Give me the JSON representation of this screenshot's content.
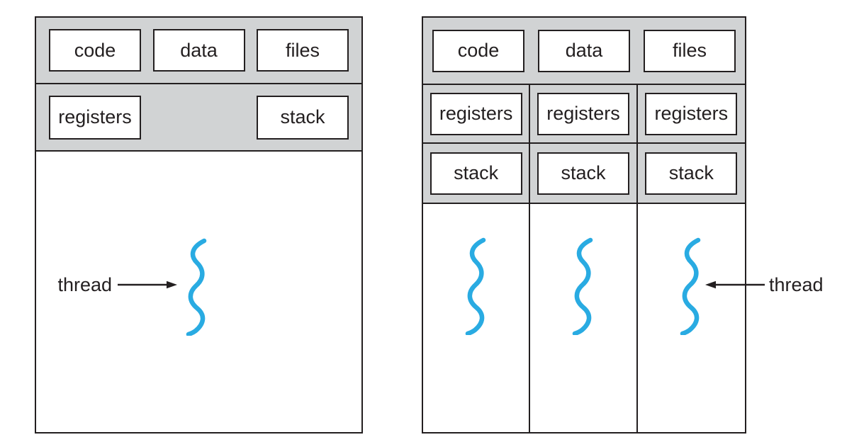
{
  "palette": {
    "band_fill": "#d1d3d4",
    "line_color": "#231f20",
    "thread_color": "#29abe2",
    "background": "#ffffff"
  },
  "left_diagram": {
    "shared_boxes": [
      "code",
      "data",
      "files"
    ],
    "registers_box": "registers",
    "stack_box": "stack",
    "thread_label": "thread",
    "thread_count": 1
  },
  "right_diagram": {
    "shared_boxes": [
      "code",
      "data",
      "files"
    ],
    "registers_boxes": [
      "registers",
      "registers",
      "registers"
    ],
    "stack_boxes": [
      "stack",
      "stack",
      "stack"
    ],
    "thread_label": "thread",
    "thread_count": 3
  },
  "icons": {
    "thread": "blue-wavy-line",
    "left_callout": "arrow-pointing-right",
    "right_callout": "arrow-pointing-left"
  }
}
